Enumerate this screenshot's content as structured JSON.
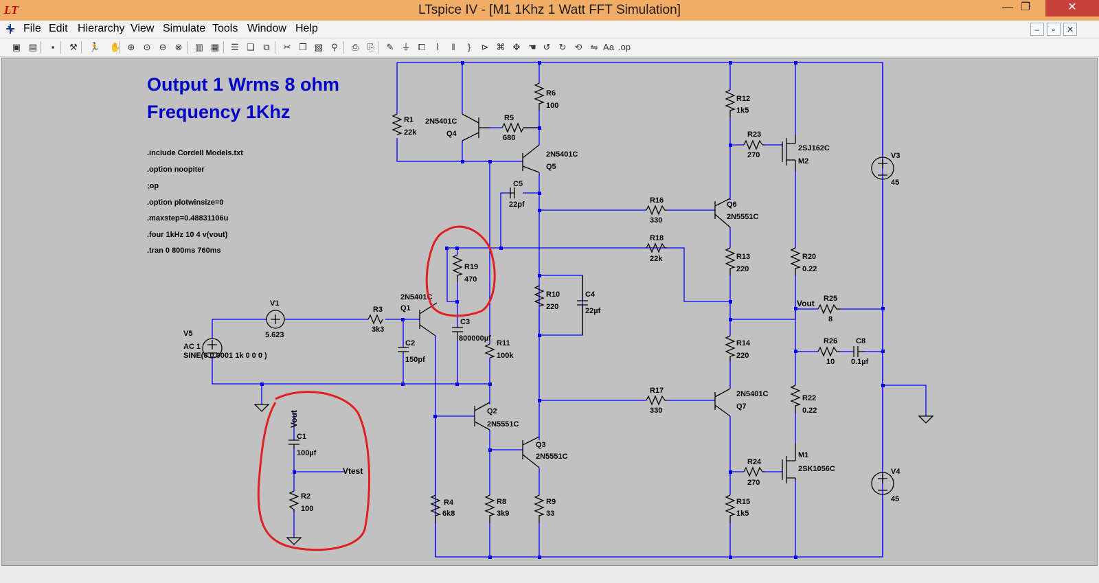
{
  "window": {
    "title": "LTspice IV - [M1 1Khz 1 Watt FFT Simulation]"
  },
  "controls": {
    "minimize": "—",
    "restore": "❐",
    "close": "✕",
    "mdi_min": "–",
    "mdi_restore": "▫",
    "mdi_close": "✕"
  },
  "menu": [
    {
      "label": "File"
    },
    {
      "label": "Edit"
    },
    {
      "label": "Hierarchy"
    },
    {
      "label": "View"
    },
    {
      "label": "Simulate"
    },
    {
      "label": "Tools"
    },
    {
      "label": "Window"
    },
    {
      "label": "Help"
    }
  ],
  "toolbar": [
    {
      "icon": "new-schematic-icon",
      "glyph": "▣"
    },
    {
      "icon": "open-icon",
      "glyph": "▤"
    },
    {
      "icon": "save-icon",
      "glyph": "▪"
    },
    {
      "icon": "control-panel-icon",
      "glyph": "⚒"
    },
    {
      "icon": "run-icon",
      "glyph": "🏃"
    },
    {
      "icon": "halt-icon",
      "glyph": "✋"
    },
    {
      "icon": "zoom-in-icon",
      "glyph": "⊕"
    },
    {
      "icon": "pan-icon",
      "glyph": "⊙"
    },
    {
      "icon": "zoom-out-icon",
      "glyph": "⊖"
    },
    {
      "icon": "zoom-fit-icon",
      "glyph": "⊗"
    },
    {
      "icon": "autorange-icon",
      "glyph": "▥"
    },
    {
      "icon": "grid-icon",
      "glyph": "▦"
    },
    {
      "icon": "tile-horizontal-icon",
      "glyph": "☰"
    },
    {
      "icon": "cascade-icon",
      "glyph": "❏"
    },
    {
      "icon": "close-windows-icon",
      "glyph": "⧉"
    },
    {
      "icon": "cut-icon",
      "glyph": "✂"
    },
    {
      "icon": "copy-icon",
      "glyph": "❐"
    },
    {
      "icon": "paste-icon",
      "glyph": "▧"
    },
    {
      "icon": "find-icon",
      "glyph": "⚲"
    },
    {
      "icon": "print-preview-icon",
      "glyph": "⎙"
    },
    {
      "icon": "print-icon",
      "glyph": "⎘"
    },
    {
      "icon": "draw-wire-icon",
      "glyph": "✎"
    },
    {
      "icon": "ground-icon",
      "glyph": "⏚"
    },
    {
      "icon": "label-net-icon",
      "glyph": "⧠"
    },
    {
      "icon": "resistor-icon",
      "glyph": "⌇"
    },
    {
      "icon": "capacitor-icon",
      "glyph": "‖"
    },
    {
      "icon": "inductor-icon",
      "glyph": "}"
    },
    {
      "icon": "diode-icon",
      "glyph": "⊳"
    },
    {
      "icon": "component-icon",
      "glyph": "⌘"
    },
    {
      "icon": "move-icon",
      "glyph": "✥"
    },
    {
      "icon": "drag-icon",
      "glyph": "☚"
    },
    {
      "icon": "undo-icon",
      "glyph": "↺"
    },
    {
      "icon": "redo-icon",
      "glyph": "↻"
    },
    {
      "icon": "rotate-icon",
      "glyph": "⟲"
    },
    {
      "icon": "mirror-icon",
      "glyph": "⇋"
    },
    {
      "icon": "text-icon",
      "glyph": "Aa"
    },
    {
      "icon": "spice-directive-icon",
      "glyph": ".op"
    }
  ],
  "schematic": {
    "title_lines": [
      "Output 1 Wrms 8 ohm",
      "Frequency 1Khz"
    ],
    "directives": [
      ".include Cordell Models.txt",
      ".option noopiter",
      ";op",
      ".option plotwinsize=0",
      ".maxstep=0.48831106u",
      ".four 1kHz 10 4 v(vout)",
      ".tran 0 800ms 760ms"
    ],
    "labels": {
      "R1": "R1",
      "R1v": "22k",
      "Q4": "Q4",
      "Q4m": "2N5401C",
      "R5": "R5",
      "R5v": "680",
      "R6": "R6",
      "R6v": "100",
      "Q5": "Q5",
      "Q5m": "2N5401C",
      "C5": "C5",
      "C5v": "22pf",
      "R19": "R19",
      "R19v": "470",
      "C3": "C3",
      "C3v": "800000µf",
      "Q1": "Q1",
      "Q1m": "2N5401C",
      "R3": "R3",
      "R3v": "3k3",
      "C2": "C2",
      "C2v": "150pf",
      "V1": "V1",
      "V1v": "5.623",
      "V5": "V5",
      "V5a": "AC 1",
      "V5s": "SINE(0 0.0001 1k 0 0 0 )",
      "R11": "R11",
      "R11v": "100k",
      "R10": "R10",
      "R10v": "220",
      "C4": "C4",
      "C4v": "22µf",
      "Q2": "Q2",
      "Q2m": "2N5551C",
      "Q3": "Q3",
      "Q3m": "2N5551C",
      "R4": "R4",
      "R4v": "6k8",
      "R8": "R8",
      "R8v": "3k9",
      "R9": "R9",
      "R9v": "33",
      "R16": "R16",
      "R16v": "330",
      "R18": "R18",
      "R18v": "22k",
      "R17": "R17",
      "R17v": "330",
      "Q6": "Q6",
      "Q6m": "2N5551C",
      "Q7": "Q7",
      "Q7m": "2N5401C",
      "R12": "R12",
      "R12v": "1k5",
      "R13": "R13",
      "R13v": "220",
      "R14": "R14",
      "R14v": "220",
      "R15": "R15",
      "R15v": "1k5",
      "R23": "R23",
      "R23v": "270",
      "R24": "R24",
      "R24v": "270",
      "M2": "M2",
      "M2m": "2SJ162C",
      "M1": "M1",
      "M1m": "2SK1056C",
      "R20": "R20",
      "R20v": "0.22",
      "R22": "R22",
      "R22v": "0.22",
      "R25": "R25",
      "R25v": "8",
      "R26": "R26",
      "R26v": "10",
      "C8": "C8",
      "C8v": "0.1µf",
      "V3": "V3",
      "V3v": "45",
      "V4": "V4",
      "V4v": "45",
      "Vout": "Vout",
      "C1": "C1",
      "C1v": "100µf",
      "R2": "R2",
      "R2v": "100",
      "Vtest": "Vtest",
      "VoutRot": "Vout"
    }
  },
  "colors": {
    "wire": "#0000ff",
    "component": "#000000",
    "title_text": "#0000c8",
    "annotation": "#e02020",
    "canvas": "#c1c1c1",
    "titlebar": "#f1ad66"
  }
}
